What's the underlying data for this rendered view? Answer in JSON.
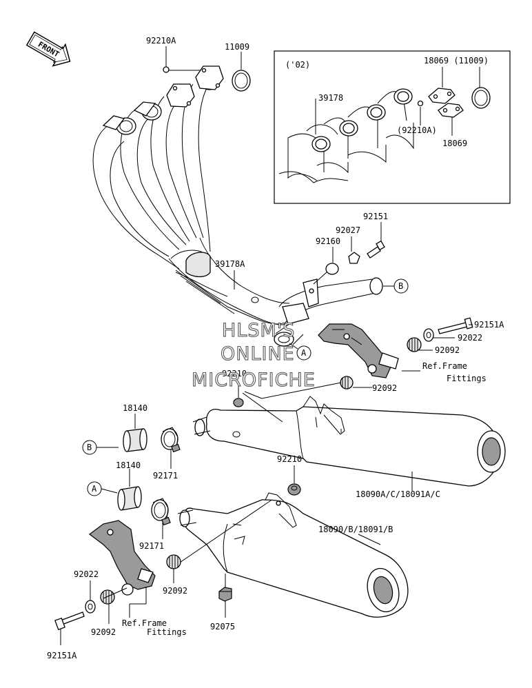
{
  "front_label": "FRONT",
  "inset_label": "('02)",
  "watermark": [
    "HLSM'S",
    "ONLINE",
    "MICROFICHE"
  ],
  "callouts": {
    "A": "A",
    "B": "B"
  },
  "labels": {
    "p92210A": "92210A",
    "p11009": "11009",
    "in_18069_11009": "18069 (11009)",
    "in_39178": "39178",
    "in_92210A": "(92210A)",
    "in_18069": "18069",
    "p92151": "92151",
    "p92027": "92027",
    "p92160": "92160",
    "p39178A": "39178A",
    "p92151A_r": "92151A",
    "p92022_r": "92022",
    "p92092_r1": "92092",
    "ref_r1": "Ref.Frame",
    "ref_r2": "Fittings",
    "p92210_m": "92210",
    "p92092_r2": "92092",
    "p18140_1": "18140",
    "p92171_1": "92171",
    "p18140_2": "18140",
    "p18090A": "18090A/C/18091A/C",
    "p92210_2": "92210",
    "p92171_2": "92171",
    "p18090": "18090/B/18091/B",
    "p92022_l": "92022",
    "p92092_l": "92092",
    "p92092_l2": "92092",
    "ref_l1": "Ref.Frame",
    "ref_l2": "Fittings",
    "p92075": "92075",
    "p92151A_l": "92151A"
  }
}
